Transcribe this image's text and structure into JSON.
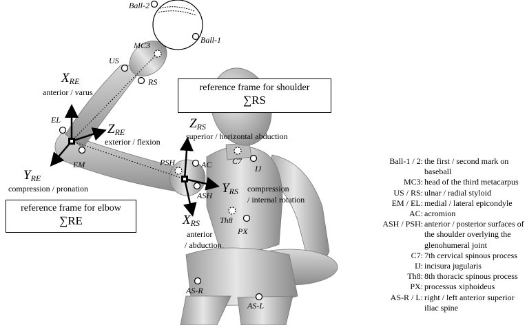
{
  "markers": {
    "ball_2": "Ball-2",
    "ball_1": "Ball-1",
    "mc3": "MC3",
    "us": "US",
    "rs": "RS",
    "el": "EL",
    "em": "EM",
    "psh": "PSH",
    "ac": "AC",
    "ash": "ASH",
    "c7": "C7",
    "ij": "IJ",
    "th8": "Th8",
    "px": "PX",
    "as_r": "AS-R",
    "as_l": "AS-L"
  },
  "elbow_frame": {
    "x_axis": "X",
    "x_sub": "RE",
    "x_desc": "anterior / varus",
    "y_axis": "Y",
    "y_sub": "RE",
    "y_desc": "compression / pronation",
    "z_axis": "Z",
    "z_sub": "RE",
    "z_desc": "exterior / flexion",
    "box_title": "reference frame for elbow",
    "box_symbol": "∑RE"
  },
  "shoulder_frame": {
    "x_axis": "X",
    "x_sub": "RS",
    "x_desc_1": "anterior",
    "x_desc_2": "/ abduction",
    "y_axis": "Y",
    "y_sub": "RS",
    "y_desc_1": "compression",
    "y_desc_2": "/ internal rotation",
    "z_axis": "Z",
    "z_sub": "RS",
    "z_desc": "superior / horizontal abduction",
    "box_title": "reference frame for shoulder",
    "box_symbol": "∑RS"
  },
  "legend": [
    {
      "key": "Ball-1 / 2:",
      "lines": [
        "the first / second mark on baseball"
      ]
    },
    {
      "key": "MC3:",
      "lines": [
        "head of the third metacarpus"
      ]
    },
    {
      "key": "US / RS:",
      "lines": [
        "ulnar / radial styloid"
      ]
    },
    {
      "key": "EM / EL:",
      "lines": [
        "medial / lateral epicondyle"
      ]
    },
    {
      "key": "AC:",
      "lines": [
        "acromion"
      ]
    },
    {
      "key": "ASH / PSH:",
      "lines": [
        "anterior / posterior surfaces of",
        "the shoulder overlying the",
        "glenohumeral joint"
      ]
    },
    {
      "key": "C7:",
      "lines": [
        "7th cervical spinous process"
      ]
    },
    {
      "key": "IJ:",
      "lines": [
        "incisura jugularis"
      ]
    },
    {
      "key": "Th8:",
      "lines": [
        "8th thoracic spinous process"
      ]
    },
    {
      "key": "PX:",
      "lines": [
        "processus xiphoideus"
      ]
    },
    {
      "key": "AS-R / L:",
      "lines": [
        "right / left anterior superior",
        "iliac spine"
      ]
    }
  ]
}
